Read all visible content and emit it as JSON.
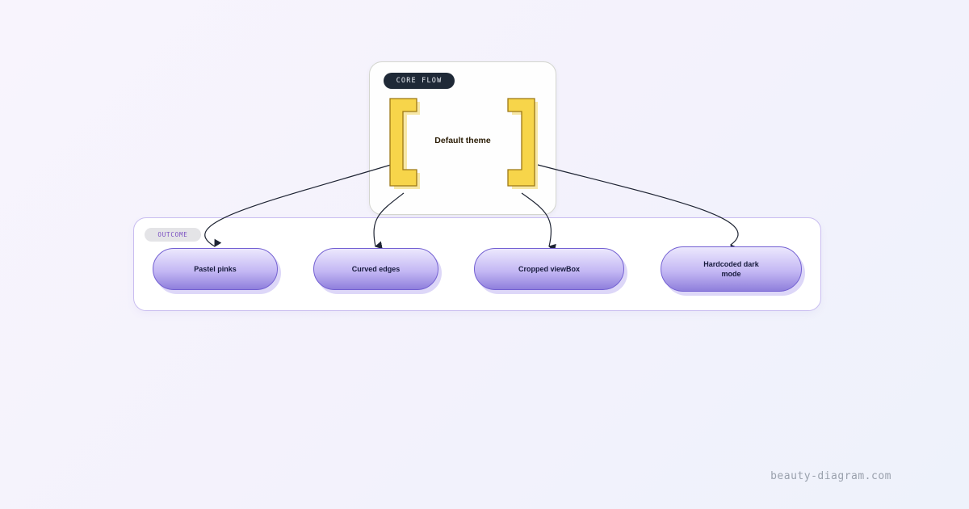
{
  "groups": {
    "core": {
      "label": "CORE FLOW"
    },
    "outcome": {
      "label": "OUTCOME"
    }
  },
  "source": {
    "label": "Default theme"
  },
  "nodes": [
    {
      "id": "pastel",
      "label": "Pastel pinks"
    },
    {
      "id": "curved",
      "label": "Curved edges"
    },
    {
      "id": "viewbox",
      "label": "Cropped viewBox"
    },
    {
      "id": "darkmode",
      "label": "Hardcoded dark mode"
    }
  ],
  "edges": [
    {
      "from": "source",
      "to": "pastel"
    },
    {
      "from": "source",
      "to": "curved"
    },
    {
      "from": "source",
      "to": "viewbox"
    },
    {
      "from": "source",
      "to": "darkmode"
    }
  ],
  "footer": {
    "url": "beauty-diagram.com"
  },
  "colors": {
    "bracket_fill": "#f7d54a",
    "bracket_stroke": "#9c7816",
    "bracket_shadow": "#f7e7a6",
    "node_border": "#7360d2",
    "edge_stroke": "#1e2433"
  }
}
